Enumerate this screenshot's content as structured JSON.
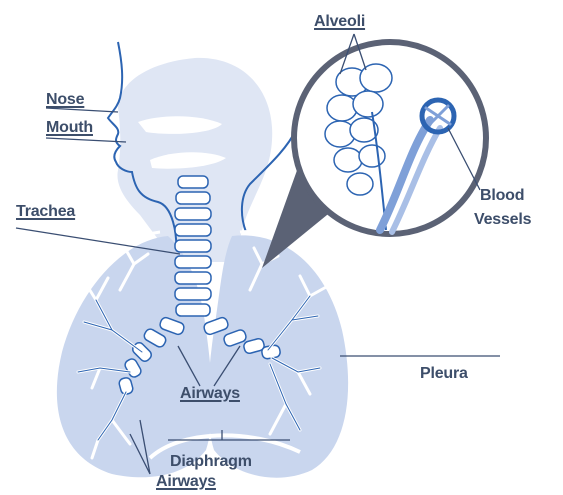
{
  "labels": {
    "nose": "Nose",
    "mouth": "Mouth",
    "trachea": "Trachea",
    "alveoli": "Alveoli",
    "blood_vessels_line1": "Blood",
    "blood_vessels_line2": "Vessels",
    "pleura": "Pleura",
    "airways_center": "Airways",
    "diaphragm": "Diaphragm",
    "airways_bottom": "Airways"
  },
  "colors": {
    "lung_fill": "#c9d6ee",
    "head_fill": "#dfe6f4",
    "outline": "#2c64b2",
    "label_text": "#3d4e6a",
    "leader_line": "#3a4e72",
    "magnifier_ring": "#5b6275",
    "airway_white": "#ffffff"
  }
}
